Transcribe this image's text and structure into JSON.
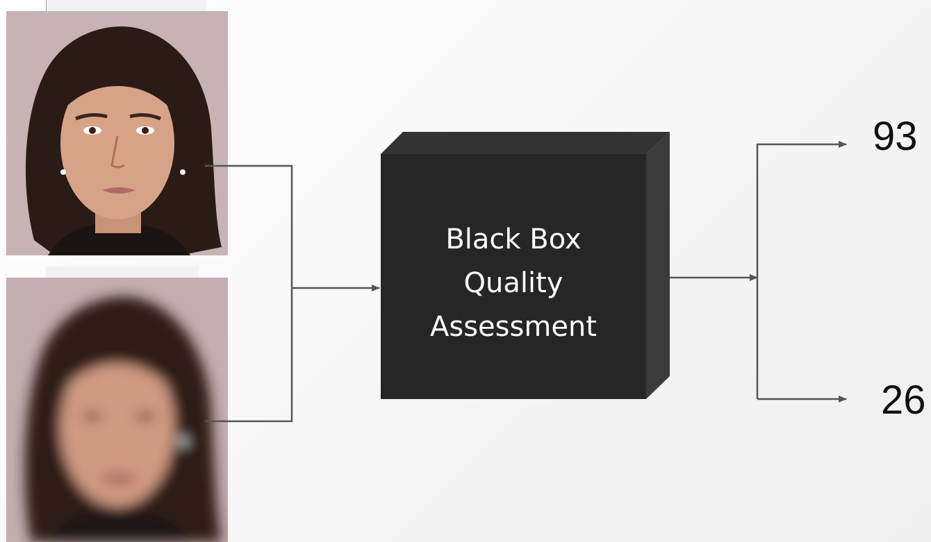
{
  "inputs": [
    {
      "name": "sharp face photo",
      "quality": "sharp"
    },
    {
      "name": "blurred face photo",
      "quality": "blurred"
    }
  ],
  "black_box": {
    "lines": [
      "Black Box",
      "Quality",
      "Assessment"
    ],
    "face_color": "#262626",
    "top_color": "#333333",
    "side_color": "#3a3a3a"
  },
  "outputs": {
    "high_score": "93",
    "low_score": "26"
  },
  "colors": {
    "connector": "#555555",
    "score_text": "#111111"
  }
}
